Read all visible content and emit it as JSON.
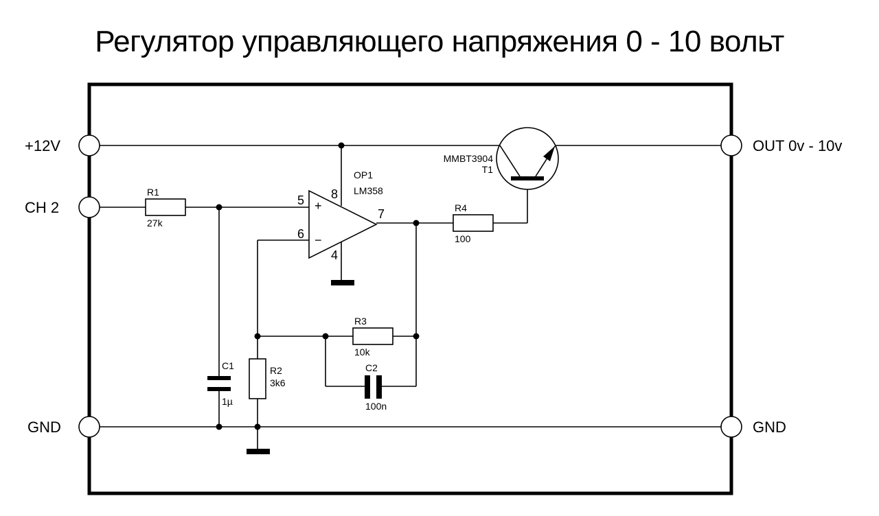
{
  "title": "Регулятор управляющего напряжения 0 - 10 вольт",
  "terminals": {
    "left": [
      "+12V",
      "CH 2",
      "GND"
    ],
    "right": [
      "OUT 0v - 10v",
      "GND"
    ]
  },
  "components": {
    "r1": {
      "ref": "R1",
      "value": "27k"
    },
    "r2": {
      "ref": "R2",
      "value": "3k6"
    },
    "r3": {
      "ref": "R3",
      "value": "10k"
    },
    "r4": {
      "ref": "R4",
      "value": "100"
    },
    "c1": {
      "ref": "C1",
      "value": "1µ"
    },
    "c2": {
      "ref": "C2",
      "value": "100n"
    },
    "op1": {
      "ref": "OP1",
      "value": "LM358",
      "plus": "+",
      "minus": "−",
      "pins": {
        "in_plus": "5",
        "in_minus": "6",
        "out": "7",
        "vcc": "8",
        "gnd": "4"
      }
    },
    "t1": {
      "ref": "T1",
      "value": "MMBT3904"
    }
  }
}
